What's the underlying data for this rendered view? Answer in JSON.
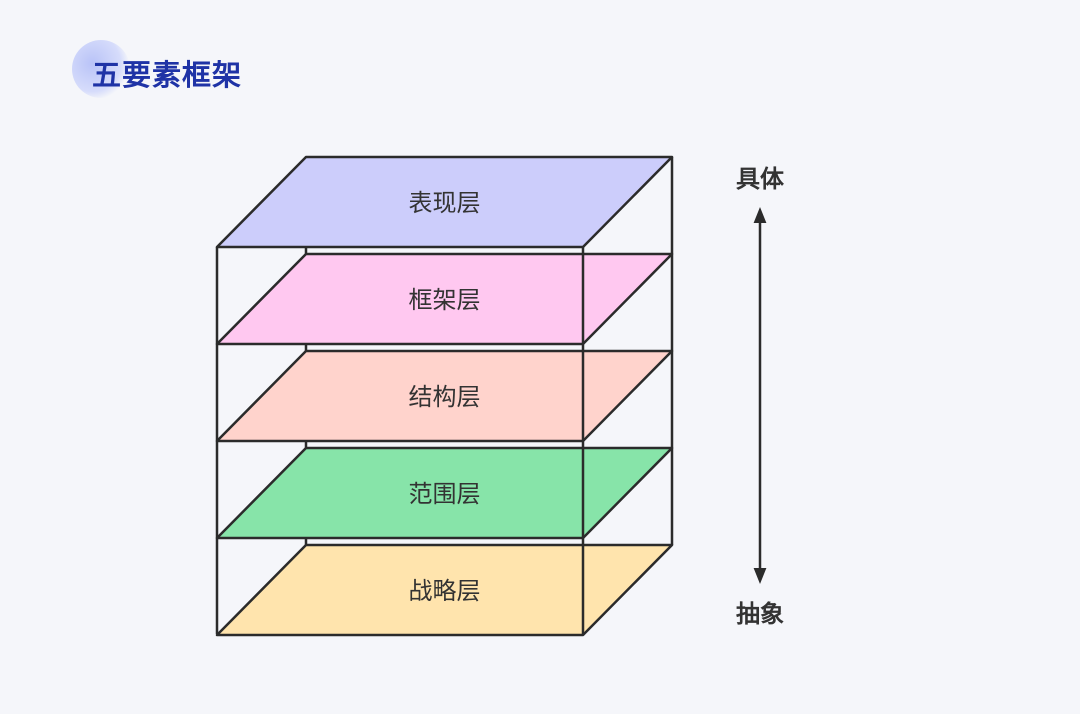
{
  "title": "五要素框架",
  "layers": [
    {
      "label": "表现层",
      "color": "#cccdfb"
    },
    {
      "label": "框架层",
      "color": "#ffc8f0"
    },
    {
      "label": "结构层",
      "color": "#ffd3cc"
    },
    {
      "label": "范围层",
      "color": "#87e4a9"
    },
    {
      "label": "战略层",
      "color": "#ffe4ad"
    }
  ],
  "axis": {
    "top_label": "具体",
    "bottom_label": "抽象"
  },
  "colors": {
    "line": "#2b2b2b",
    "title": "#1f33a6",
    "background": "#f5f6fa"
  }
}
